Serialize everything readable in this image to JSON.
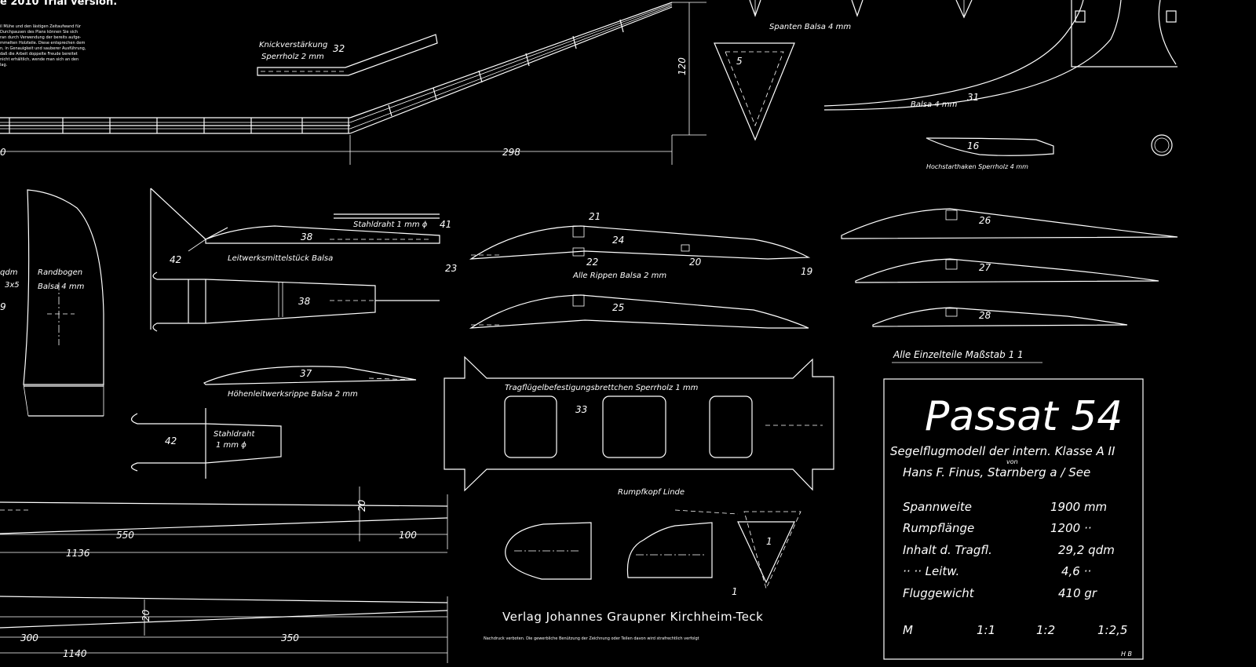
{
  "header_fragment": "e 2010 Trial version.",
  "intro_lines": [
    "il Mühe und den lästigen Zeitaufwand für",
    "Durchpausen des Plans können Sie sich",
    "ran durch Verwendung der bereits aufge-",
    "mmelten Holzteile. Diese entsprechen dem",
    "n, in Genauigkeit und sauberer Ausführung,",
    "daß die Arbeit doppelte Freude bereitet",
    "nicht erhältlich, wende man sich an den",
    "lag."
  ],
  "parts": {
    "knick": "Knickverstärkung",
    "knick_mat": "Sperrholz 2 mm",
    "knick_num": "32",
    "spanten": "Spanten Balsa 4 mm",
    "spant_num": "5",
    "num_31": "31",
    "balsa_31": "Balsa 4 mm",
    "hook_num": "16",
    "hook_label": "Hochstarthaken Sperrholz 4 mm",
    "dim_120": "120",
    "dim_298": "298",
    "randbogen": "Randbogen",
    "randbogen_mat": "Balsa 4 mm",
    "frag_qdm": "qdm",
    "frag_3x5": "3x5",
    "frag_9": "9",
    "num_42a": "42",
    "num_38a": "38",
    "leitwerk_mid": "Leitwerksmittelstück Balsa",
    "num_38b": "38",
    "stahl_1": "Stahldraht 1 mm ϕ",
    "num_41": "41",
    "num_37": "37",
    "hoehenleit": "Höhenleitwerksrippe Balsa 2 mm",
    "num_42b": "42",
    "stahl_2a": "Stahldraht",
    "stahl_2b": "1 mm ϕ",
    "num_21": "21",
    "num_24": "24",
    "num_23": "23",
    "num_22": "22",
    "num_20": "20",
    "num_19": "19",
    "rippen": "Alle Rippen Balsa 2 mm",
    "num_25": "25",
    "num_26": "26",
    "num_27": "27",
    "num_28": "28",
    "massstab": "Alle Einzelteile Maßstab 1 1",
    "tragfl_brett": "Tragflügelbefestigungsbrettchen Sperrholz 1 mm",
    "num_33": "33",
    "rumpfkopf": "Rumpfkopf Linde",
    "num_1a": "1",
    "num_1b": "1",
    "dim_20a": "20",
    "dim_550": "550",
    "dim_100": "100",
    "dim_1136": "1136",
    "dim_20b": "20",
    "dim_300": "300",
    "dim_350": "350",
    "dim_1140": "1140",
    "dim_0": "0"
  },
  "publisher": "Verlag Johannes Graupner   Kirchheim-Teck",
  "copyright_note": "Nachdruck verboten. Die gewerbliche Benützung der Zeichnung oder Teilen davon wird strafrechtlich verfolgt",
  "title_block": {
    "title": "Passat 54",
    "subtitle": "Segelflugmodell der intern. Klasse A II",
    "von": "von",
    "author": "Hans F. Finus, Starnberg a / See",
    "specs": [
      {
        "label": "Spannweite",
        "value": "1900  mm"
      },
      {
        "label": "Rumpflänge",
        "value": "1200  ··"
      },
      {
        "label": "Inhalt d. Tragfl.",
        "value": "29,2  qdm"
      },
      {
        "label": "··   ·· Leitw.",
        "value": "4,6  ··"
      },
      {
        "label": "Fluggewicht",
        "value": "410  gr"
      }
    ],
    "scale_label": "M",
    "scales": [
      "1:1",
      "1:2",
      "1:2,5"
    ],
    "initials": "H\nB"
  }
}
